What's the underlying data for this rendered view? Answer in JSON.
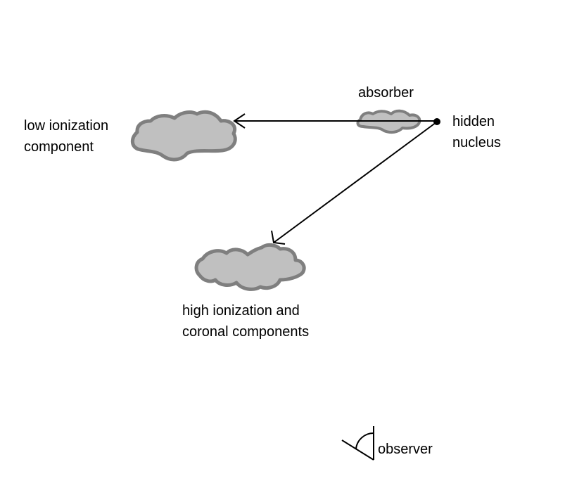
{
  "labels": {
    "low_ionization": [
      "low ionization",
      "component"
    ],
    "absorber": "absorber",
    "hidden_nucleus": [
      "hidden",
      "nucleus"
    ],
    "high_ionization": [
      "high ionization and",
      "coronal components"
    ],
    "observer": "observer"
  },
  "colors": {
    "cloud_fill": "#c0c0c0",
    "cloud_stroke": "#7f7f7f",
    "ink": "#000000",
    "background": "#ffffff"
  },
  "icons": {
    "observer": "eye-icon"
  }
}
